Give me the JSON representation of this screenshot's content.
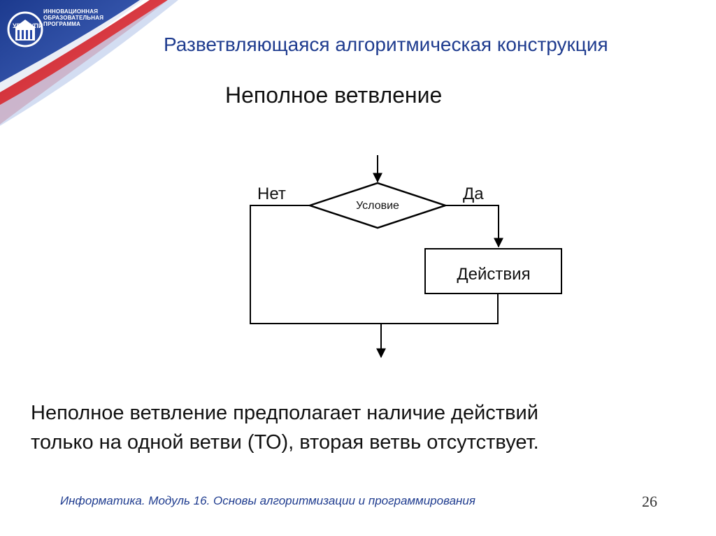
{
  "logo": {
    "lines": [
      "ИННОВАЦИОННАЯ",
      "ОБРАЗОВАТЕЛЬНАЯ",
      "ПРОГРАММА"
    ],
    "badge": "УГТУ-УПИ"
  },
  "title": "Разветвляющаяся алгоритмическая конструкция",
  "subtitle": "Неполное ветвление",
  "diagram": {
    "condition_label": "Условие",
    "no_label": "Нет",
    "yes_label": "Да",
    "action_label": "Действия"
  },
  "description": {
    "line1": "Неполное ветвление предполагает наличие действий",
    "line2": "только на одной ветви (ТО), вторая ветвь отсутствует."
  },
  "footer": {
    "text": "Информатика. Модуль 16. Основы алгоритмизации и программирования",
    "page_number": "26"
  },
  "colors": {
    "title": "#1f3c8f",
    "accent_red": "#d8262e",
    "accent_blue": "#2a4aa8"
  }
}
